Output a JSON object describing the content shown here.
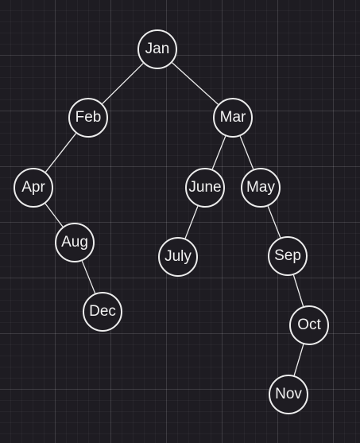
{
  "diagram": {
    "type": "binary-tree",
    "colors": {
      "background": "#1e1c22",
      "stroke": "#ececec",
      "text": "#f2f2f2"
    },
    "nodes": [
      {
        "id": "jan",
        "label": "Jan"
      },
      {
        "id": "feb",
        "label": "Feb"
      },
      {
        "id": "mar",
        "label": "Mar"
      },
      {
        "id": "apr",
        "label": "Apr"
      },
      {
        "id": "june",
        "label": "June"
      },
      {
        "id": "may",
        "label": "May"
      },
      {
        "id": "aug",
        "label": "Aug"
      },
      {
        "id": "july",
        "label": "July"
      },
      {
        "id": "sep",
        "label": "Sep"
      },
      {
        "id": "dec",
        "label": "Dec"
      },
      {
        "id": "oct",
        "label": "Oct"
      },
      {
        "id": "nov",
        "label": "Nov"
      }
    ],
    "edges": [
      {
        "from": "jan",
        "to": "feb"
      },
      {
        "from": "jan",
        "to": "mar"
      },
      {
        "from": "feb",
        "to": "apr"
      },
      {
        "from": "apr",
        "to": "aug"
      },
      {
        "from": "aug",
        "to": "dec"
      },
      {
        "from": "mar",
        "to": "june"
      },
      {
        "from": "mar",
        "to": "may"
      },
      {
        "from": "june",
        "to": "july"
      },
      {
        "from": "may",
        "to": "sep"
      },
      {
        "from": "sep",
        "to": "oct"
      },
      {
        "from": "oct",
        "to": "nov"
      }
    ]
  }
}
